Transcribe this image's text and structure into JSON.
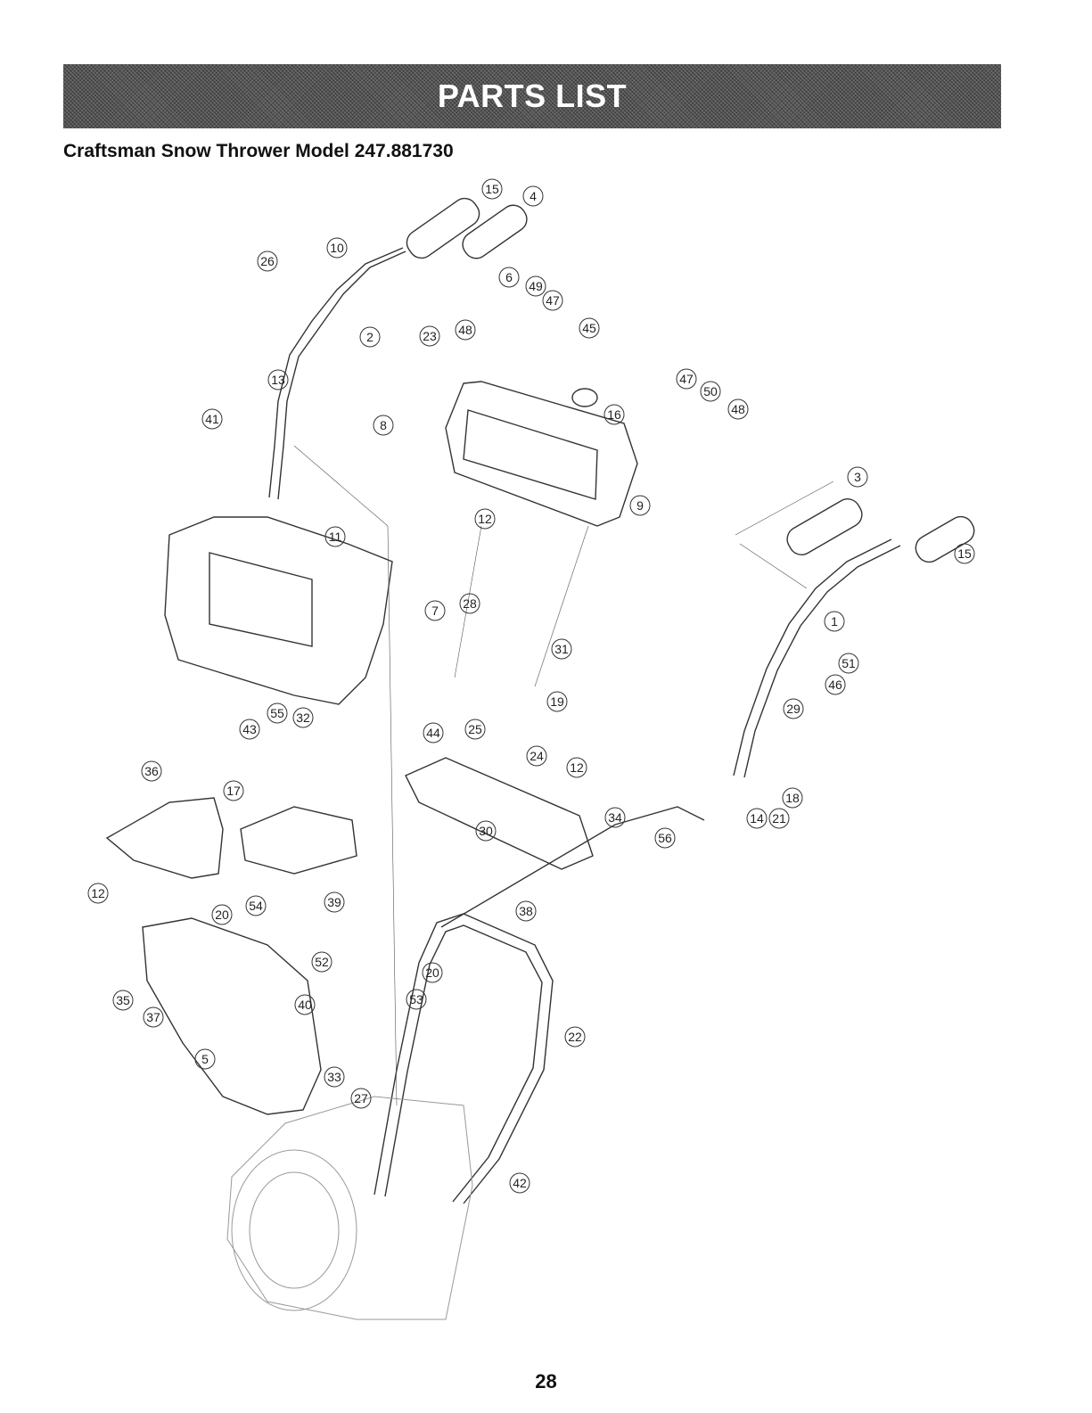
{
  "header": {
    "title": "PARTS LIST"
  },
  "subtitle": "Craftsman Snow Thrower Model 247.881730",
  "page_number": "28",
  "callouts": [
    "15",
    "4",
    "10",
    "26",
    "6",
    "49",
    "47",
    "2",
    "23",
    "48",
    "45",
    "13",
    "8",
    "47",
    "50",
    "48",
    "16",
    "41",
    "3",
    "12",
    "9",
    "15",
    "11",
    "7",
    "28",
    "1",
    "31",
    "51",
    "46",
    "19",
    "29",
    "55",
    "32",
    "43",
    "44",
    "25",
    "24",
    "12",
    "36",
    "17",
    "18",
    "34",
    "14",
    "21",
    "30",
    "56",
    "12",
    "54",
    "39",
    "38",
    "20",
    "20",
    "52",
    "35",
    "37",
    "40",
    "53",
    "5",
    "33",
    "22",
    "27",
    "42"
  ]
}
